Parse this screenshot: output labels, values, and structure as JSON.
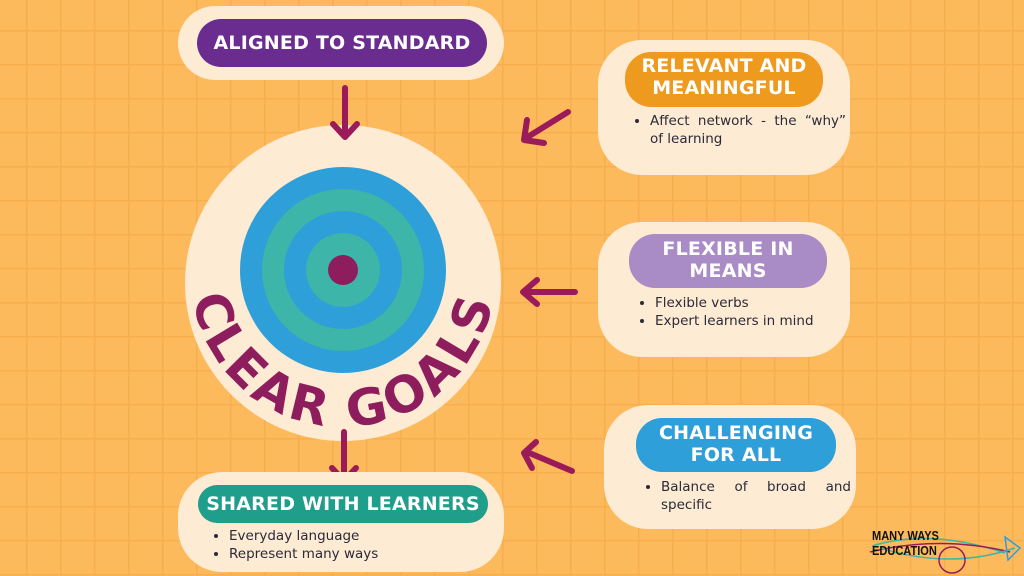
{
  "center": {
    "label": "CLEAR GOALS"
  },
  "aligned": {
    "title": "ALIGNED TO STANDARD",
    "color": "#6A2C8F"
  },
  "relevant": {
    "title_line1": "RELEVANT AND",
    "title_line2": "MEANINGFUL",
    "color": "#EE9A1E",
    "bullets": [
      "Affect network - the “why” of learning"
    ]
  },
  "flexible": {
    "title_line1": "FLEXIBLE IN",
    "title_line2": "MEANS",
    "color": "#A98BC6",
    "bullets": [
      "Flexible verbs",
      "Expert learners in mind"
    ]
  },
  "challenging": {
    "title_line1": "CHALLENGING",
    "title_line2": "FOR ALL",
    "color": "#2E9FD8",
    "bullets": [
      "Balance of broad and specific"
    ]
  },
  "shared": {
    "title": "SHARED WITH LEARNERS",
    "color": "#1F9E8C",
    "bullets": [
      "Everyday language",
      "Represent many ways"
    ]
  },
  "logo": {
    "text": "MANY WAYS EDUCATION"
  },
  "colors": {
    "arrow": "#9B1B5A",
    "card": "#FEEBD3",
    "ring_blue": "#2E9FD8",
    "ring_teal": "#3DB5A8"
  }
}
